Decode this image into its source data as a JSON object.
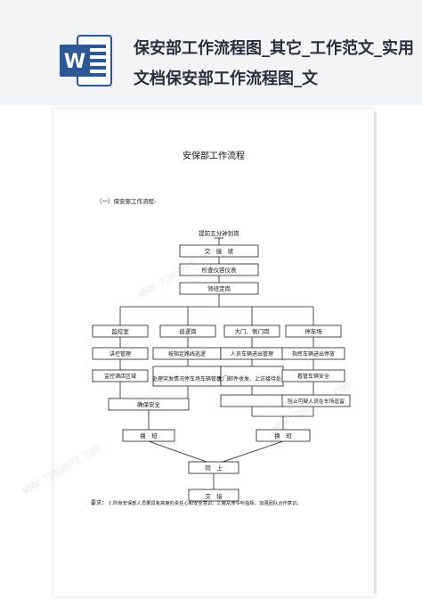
{
  "header": {
    "title": "保安部工作流程图_其它_工作范文_实用文档保安部工作流程图_文",
    "logo_letter": "W"
  },
  "document": {
    "heading": "安保部工作流程",
    "section": "（一）保安部工作流程:",
    "flow": {
      "start": "提前五分钟到岗",
      "handover_top": "交　接　班",
      "check": "检查仪容仪表",
      "assign": "领班定岗",
      "posts": [
        "监控室",
        "巡逻岗",
        "大门、侧门岗",
        "停车场"
      ],
      "monitor_tasks": [
        "讲控管理",
        "监控酒店区域"
      ],
      "patrol_tasks": [
        "按指定路线巡逻",
        "处理突发情况停车场车辆管理"
      ],
      "gate_tasks": [
        "人员车辆进出管理",
        "大门邮件收发、上访接待处理"
      ],
      "parking_tasks": [
        "指挥车辆进出停放",
        "看管车辆安全",
        "阻止可疑人员在车场逗留"
      ],
      "ensure": "确保安全",
      "shift_left": "换　班",
      "shift_right": "换　班",
      "merge": "同　上",
      "handover_bottom": "交　接"
    },
    "notes_label": "要求：",
    "notes_text": "1.所有安保部人员要具有高度的责任心和安全意识。2.服从命令听指挥，加强团队合作意识。"
  },
  "watermark": "WWW.TUKUPPT.COM"
}
